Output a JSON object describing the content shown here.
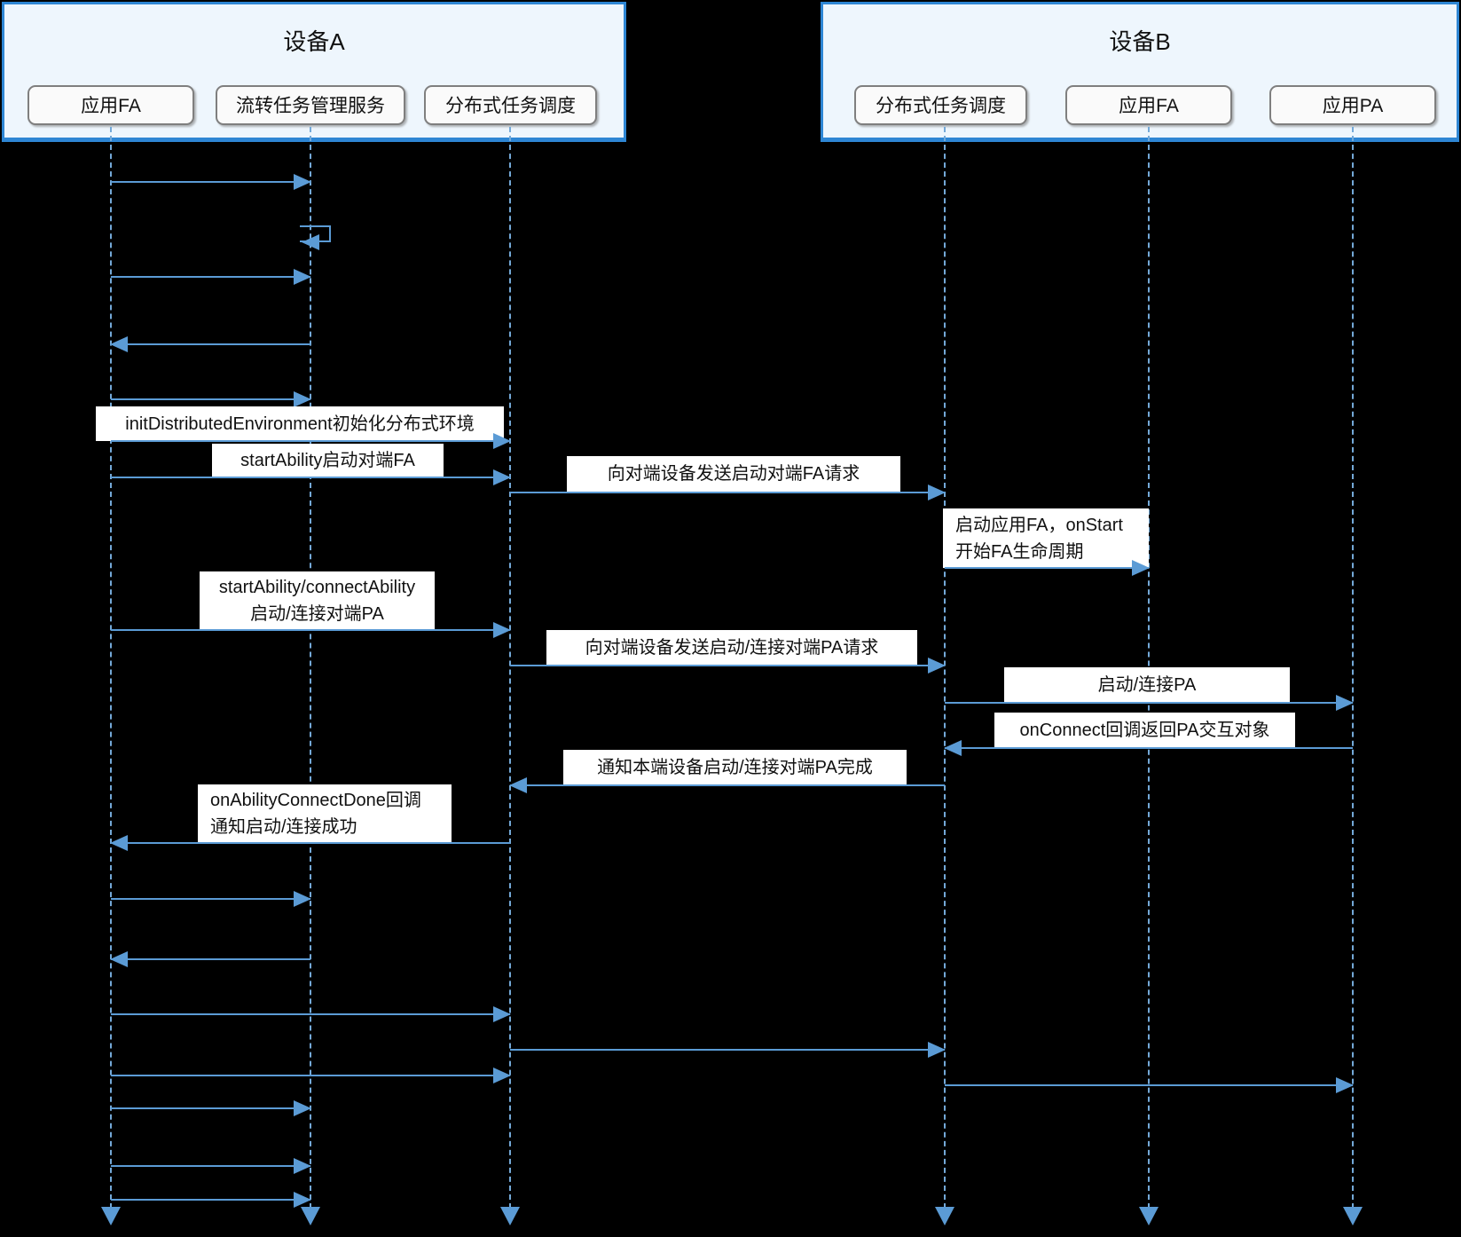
{
  "device_a": {
    "title": "设备A",
    "participants": [
      "应用FA",
      "流转任务管理服务",
      "分布式任务调度"
    ]
  },
  "device_b": {
    "title": "设备B",
    "participants": [
      "分布式任务调度",
      "应用FA",
      "应用PA"
    ]
  },
  "messages": {
    "init_env": "initDistributedEnvironment初始化分布式环境",
    "start_remote_fa": "startAbility启动对端FA",
    "send_start_fa_request": "向对端设备发送启动对端FA请求",
    "start_app_fa_line1": "启动应用FA，onStart",
    "start_app_fa_line2": "开始FA生命周期",
    "start_connect_line1": "startAbility/connectAbility",
    "start_connect_line2": "启动/连接对端PA",
    "send_start_pa_request": "向对端设备发送启动/连接对端PA请求",
    "start_connect_pa": "启动/连接PA",
    "onconnect_callback": "onConnect回调返回PA交互对象",
    "notify_pa_done": "通知本端设备启动/连接对端PA完成",
    "onability_done_line1": "onAbilityConnectDone回调",
    "onability_done_line2": "通知启动/连接成功"
  },
  "colors": {
    "background": "#000000",
    "arrow_blue": "#5b9bd5",
    "lifeline_blue": "#74a9d8",
    "container_border": "#2e86d4",
    "container_fill": "#eef6fd",
    "participant_fill": "#fafafa",
    "participant_border": "#7f7f7f",
    "label_fill": "#ffffff",
    "text": "#111111"
  }
}
